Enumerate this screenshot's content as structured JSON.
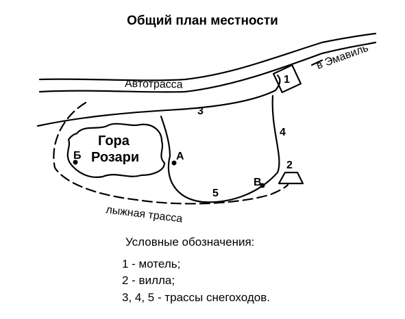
{
  "title": "Общий план местности",
  "labels": {
    "highway": "Автотрасса",
    "to_town": "в Эмавиль",
    "ski_track": "лыжная трасса",
    "mountain_line1": "Гора",
    "mountain_line2": "Розари",
    "point_a": "А",
    "point_b": "Б",
    "point_v": "В",
    "motel_num": "1",
    "villa_num": "2",
    "trail_3": "3",
    "trail_4": "4",
    "trail_5": "5"
  },
  "legend": {
    "title": "Условные обозначения:",
    "item1": "1 - мотель;",
    "item2": "2 - вилла;",
    "item3": "3, 4, 5 - трассы снегоходов."
  }
}
